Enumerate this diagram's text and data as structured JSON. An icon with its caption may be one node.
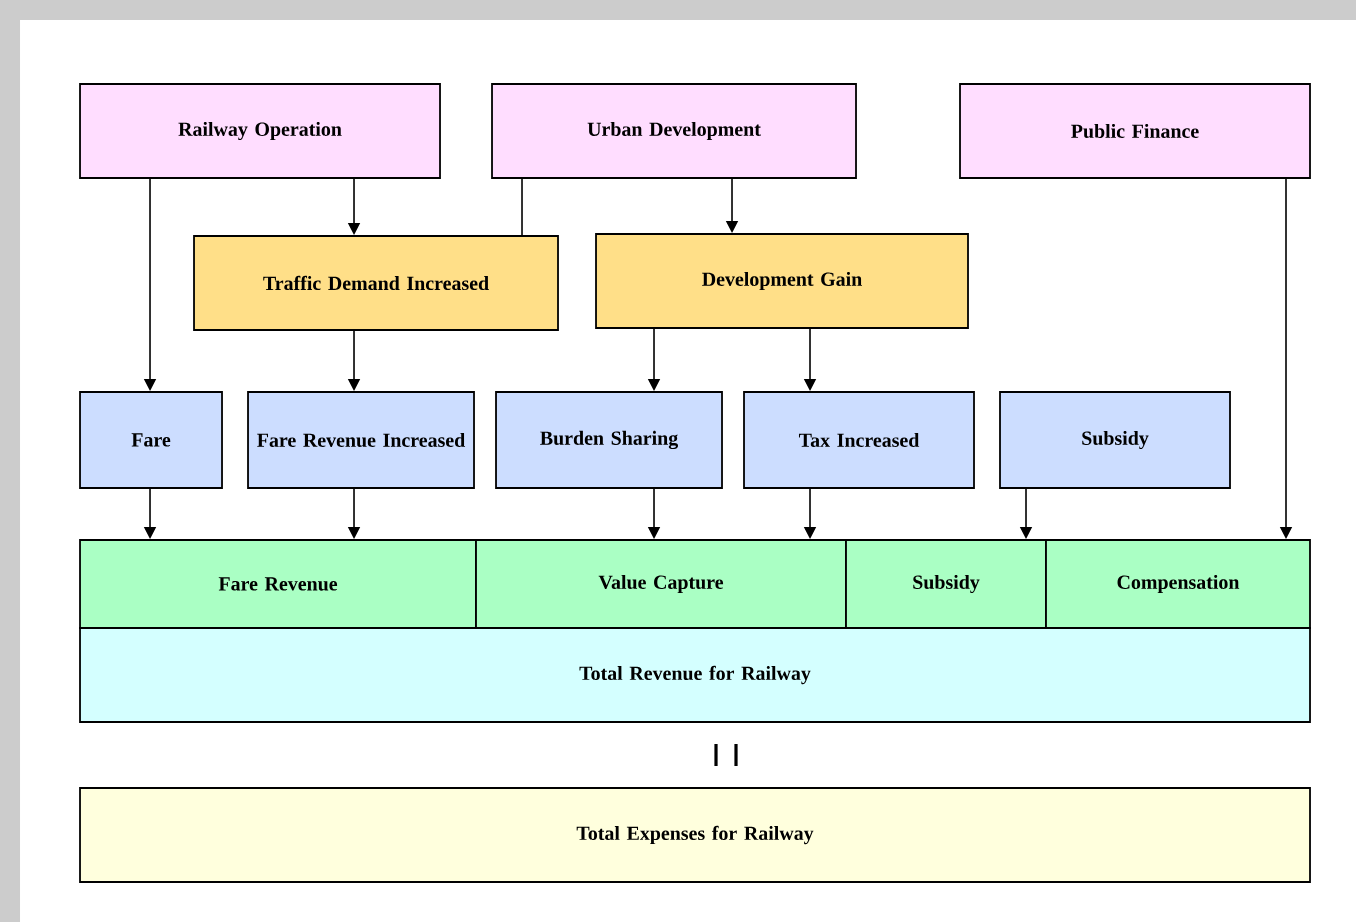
{
  "diagram": {
    "nodes": [
      {
        "text": [
          "Railway Operation"
        ]
      },
      {
        "text": [
          "Urban Development"
        ]
      },
      {
        "text": [
          "Public Finance"
        ]
      },
      {
        "text": [
          "Traffic Demand Increased"
        ]
      },
      {
        "text": [
          "Development Gain"
        ]
      },
      {
        "text": [
          "Fare"
        ]
      },
      {
        "text": [
          "Fare Revenue Increased"
        ]
      },
      {
        "text": [
          "Burden Sharing"
        ]
      },
      {
        "text": [
          "Tax Increased"
        ]
      },
      {
        "text": [
          "Subsidy"
        ]
      },
      {
        "text": [
          "Fare Revenue"
        ]
      },
      {
        "text": [
          "Value Capture"
        ]
      },
      {
        "text": [
          "Subsidy"
        ]
      },
      {
        "text": [
          "Compensation"
        ]
      },
      {
        "text": [
          "Total Revenue for Railway"
        ]
      },
      {
        "text": [
          "Total Expenses for Railway"
        ]
      }
    ],
    "edges": [
      {
        "from": 0,
        "to": 5,
        "arrow": "to"
      },
      {
        "from": 0,
        "to": 3,
        "arrow": "to"
      },
      {
        "from": 1,
        "to": 3,
        "arrow": "none"
      },
      {
        "from": 1,
        "to": 4,
        "arrow": "to"
      },
      {
        "from": 2,
        "to": 13,
        "arrow": "to"
      },
      {
        "from": 3,
        "to": 6,
        "arrow": "to"
      },
      {
        "from": 4,
        "to": 7,
        "arrow": "to"
      },
      {
        "from": 4,
        "to": 8,
        "arrow": "to"
      },
      {
        "from": 5,
        "to": 10,
        "arrow": "to"
      },
      {
        "from": 6,
        "to": 10,
        "arrow": "to"
      },
      {
        "from": 7,
        "to": 11,
        "arrow": "to"
      },
      {
        "from": 8,
        "to": 11,
        "arrow": "to"
      },
      {
        "from": 9,
        "to": 12,
        "arrow": "to"
      }
    ]
  }
}
